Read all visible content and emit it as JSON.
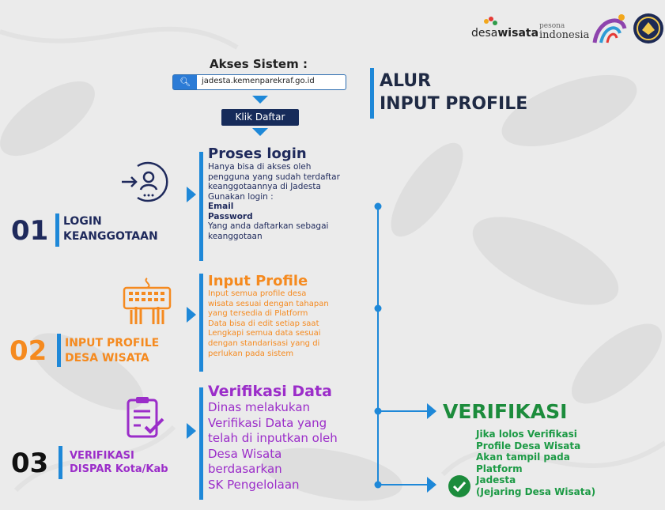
{
  "logos": {
    "desa_prefix": "desa",
    "desa_bold": "wisata",
    "pesona_small": "pesona",
    "pesona_main": "indonesia"
  },
  "access": {
    "title": "Akses Sistem :",
    "url": "jadesta.kemenparekraf.go.id",
    "button": "Klik Daftar"
  },
  "heading": {
    "line1": "ALUR",
    "line2": "INPUT PROFILE"
  },
  "steps": [
    {
      "number": "01",
      "label_line1": "LOGIN",
      "label_line2": "KEANGGOTAAN",
      "title": "Proses login",
      "body": [
        "Hanya bisa di akses oleh",
        "pengguna yang sudah terdaftar",
        "keanggotaannya di Jadesta",
        "Gunakan login :",
        "Email",
        "Password",
        "Yang anda daftarkan sebagai",
        "keanggotaan"
      ],
      "color": "#1f2a5c",
      "icon": "login-user-icon"
    },
    {
      "number": "02",
      "label_line1": "INPUT PROFILE",
      "label_line2": "DESA WISATA",
      "title": "Input Profile",
      "body": [
        "Input semua profile desa",
        "wisata sesuai dengan tahapan",
        "yang tersedia di Platform",
        "Data bisa di edit setiap saat",
        "Lengkapi semua data sesuai",
        "dengan standarisasi yang di",
        "perlukan pada sistem"
      ],
      "color": "#f58a1f",
      "icon": "keyboard-typing-icon"
    },
    {
      "number": "03",
      "label_line1": "VERIFIKASI",
      "label_line2": "DISPAR Kota/Kab",
      "title": "Verifikasi Data",
      "body": [
        "Dinas melakukan",
        "Verifikasi Data yang",
        "telah di inputkan oleh",
        "Desa Wisata",
        "berdasarkan",
        "SK Pengelolaan"
      ],
      "color": "#9b2dc9",
      "icon": "clipboard-check-icon"
    }
  ],
  "verification": {
    "title": "VERIFIKASI",
    "body": [
      "Jika lolos Verifikasi",
      "Profile Desa Wisata",
      "Akan tampil pada",
      "Platform",
      "Jadesta",
      "(Jejaring Desa Wisata)"
    ],
    "color": "#1c8c3c"
  },
  "colors": {
    "accent": "#1e88d8",
    "navy": "#1f2a44",
    "button": "#162b5a"
  }
}
